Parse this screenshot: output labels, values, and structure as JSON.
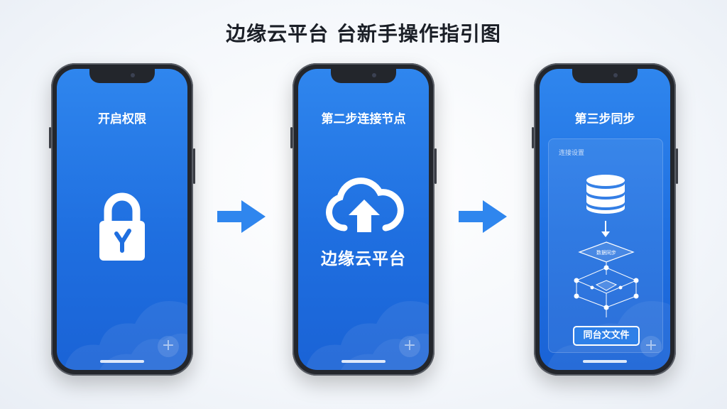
{
  "page": {
    "title": "边缘云平台 台新手操作指引图"
  },
  "steps": [
    {
      "title": "开启权限",
      "icon": "lock-icon"
    },
    {
      "title": "第二步连接节点",
      "icon": "cloud-upload-icon",
      "brand": "边缘云平台"
    },
    {
      "title": "第三步同步",
      "icon": "database-icon",
      "panel_label": "连接设置",
      "diagram_label": "数据同步",
      "button": "同台文文件"
    }
  ],
  "colors": {
    "screen": "#1f6fe0",
    "arrow": "#2f86ee",
    "frame": "#23262c"
  }
}
